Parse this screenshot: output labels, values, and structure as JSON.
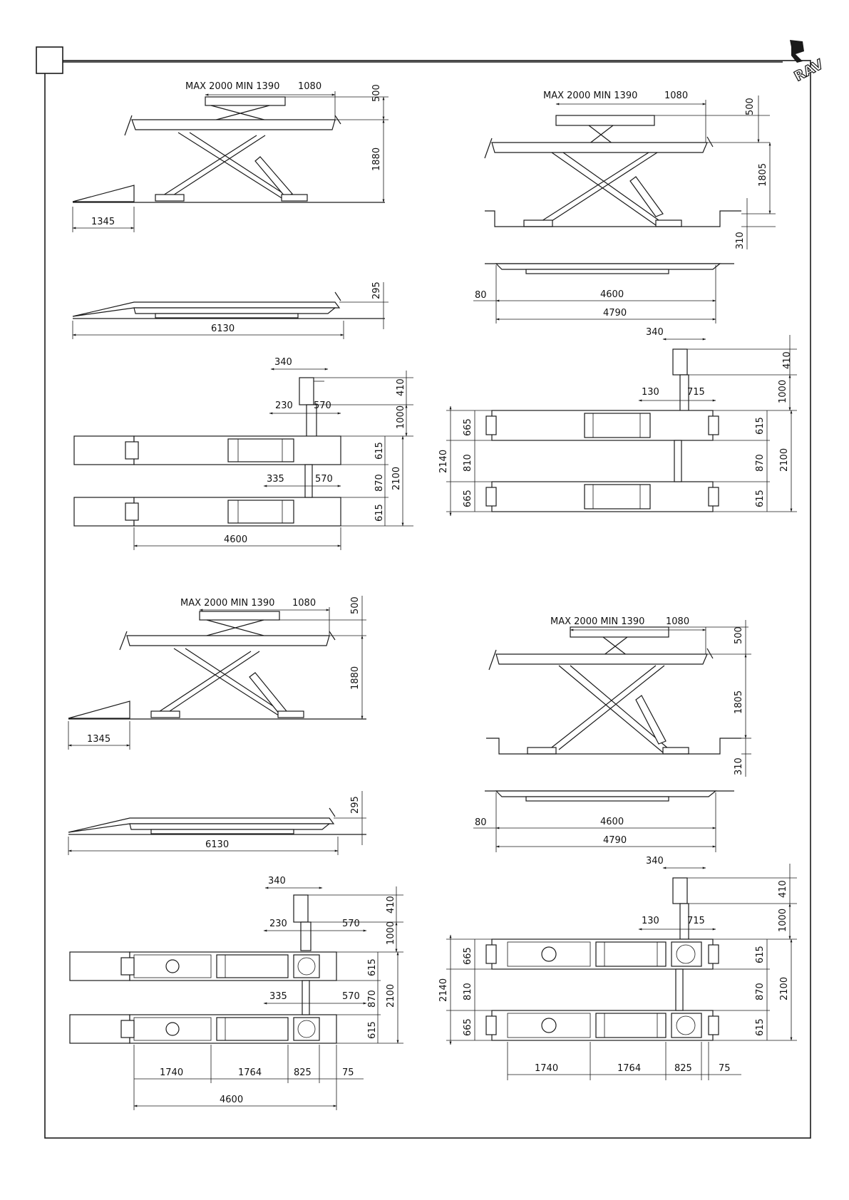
{
  "page": {
    "corner_box_label": ""
  },
  "brand": {
    "logo_text": "RAV"
  },
  "colors": {
    "line": "#1a1a1a",
    "paper": "#ffffff",
    "hatch": "#333333"
  },
  "dims": {
    "max_min": "MAX  2000  MIN  1390",
    "d1080": "1080",
    "d500": "500",
    "d1880": "1880",
    "d1345": "1345",
    "d1805": "1805",
    "d310": "310",
    "d295": "295",
    "d6130": "6130",
    "d80": "80",
    "d4600": "4600",
    "d4790": "4790",
    "d340": "340",
    "d410": "410",
    "d1000": "1000",
    "d230": "230",
    "d570": "570",
    "d615": "615",
    "d870": "870",
    "d2100": "2100",
    "d335": "335",
    "d130": "130",
    "d715": "715",
    "d2140": "2140",
    "d665": "665",
    "d810": "810",
    "d1740": "1740",
    "d1764": "1764",
    "d825": "825",
    "d75": "75"
  }
}
